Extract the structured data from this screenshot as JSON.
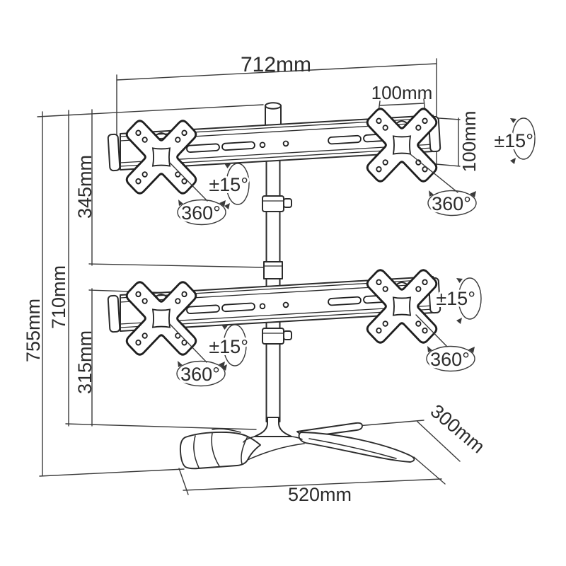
{
  "diagram": {
    "type": "technical-dimension-drawing",
    "subject": "quad-monitor-desk-stand",
    "colors": {
      "line": "#2c2c2c",
      "background": "#ffffff"
    },
    "dimensions": {
      "arm_total_width": "712mm",
      "vesa_hole_width": "100mm",
      "vesa_hole_height": "100mm",
      "upper_arm_drop": "345mm",
      "pole_height": "710mm",
      "total_height": "755mm",
      "lower_arm_drop": "315mm",
      "base_depth": "300mm",
      "base_width": "520mm"
    },
    "annotations": {
      "tilt_range": "±15°",
      "swivel_range": "360°"
    }
  }
}
